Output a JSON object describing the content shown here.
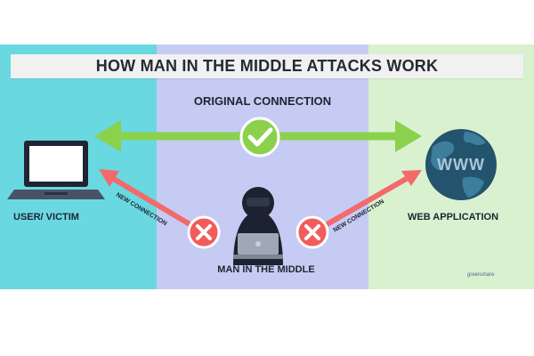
{
  "title": "HOW MAN IN THE MIDDLE ATTACKS WORK",
  "labels": {
    "original_connection": "ORIGINAL CONNECTION",
    "user_victim": "USER/ VICTIM",
    "man_in_the_middle": "MAN IN THE MIDDLE",
    "web_application": "WEB APPLICATION",
    "new_connection_left": "NEW CONNECTION",
    "new_connection_right": "NEW CONNECTION",
    "www": "WWW"
  },
  "credit": "greenshare",
  "colors": {
    "left_panel": "#6ad8e1",
    "middle_panel": "#c6cbf4",
    "right_panel": "#d9f1cf",
    "green_arrow": "#8bd14c",
    "red_arrow": "#f26a6a",
    "check_circle": "#8bd14c",
    "x_circle": "#f25c5c"
  },
  "icons": {
    "victim": "laptop-icon",
    "web": "globe-icon",
    "attacker": "hacker-icon",
    "ok": "check-circle-icon",
    "blocked": "x-circle-icon"
  }
}
